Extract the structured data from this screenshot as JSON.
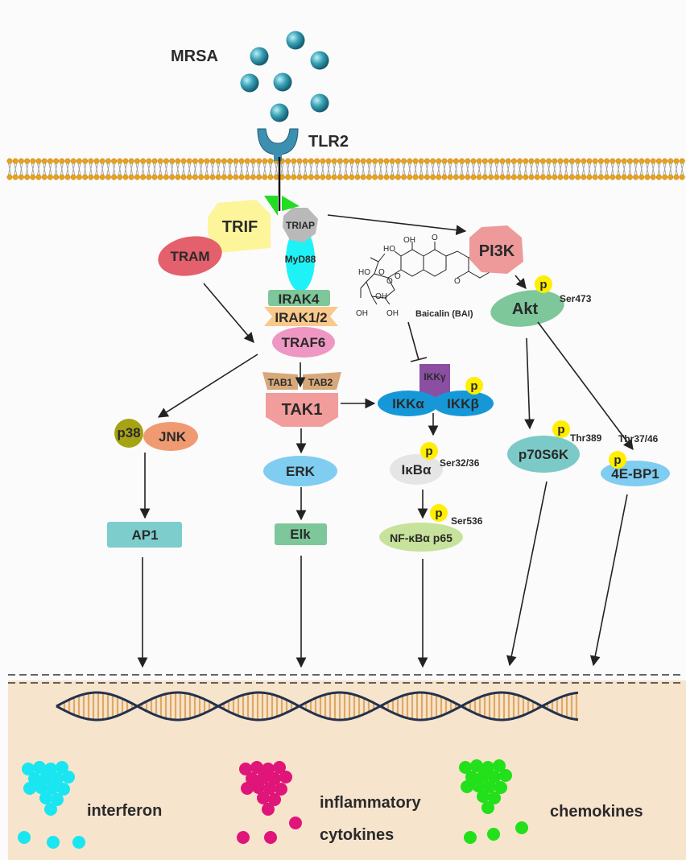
{
  "title_pathogen": "MRSA",
  "receptor": "TLR2",
  "adaptors": {
    "trif": "TRIF",
    "tram": "TRAM",
    "triap": "TRIAP",
    "myd88": "MyD88"
  },
  "myd88_pathway": {
    "irak4": "IRAK4",
    "irak12": "IRAK1/2",
    "traf6": "TRAF6",
    "tab1": "TAB1",
    "tab2": "TAB2",
    "tak1": "TAK1",
    "erk": "ERK",
    "elk": "Elk"
  },
  "mapk": {
    "p38": "p38",
    "jnk": "JNK",
    "ap1": "AP1"
  },
  "nfkb": {
    "ikkg": "IKKγ",
    "ikka": "IKKα",
    "ikkb": "IKKβ",
    "ikba": "IκBα",
    "ikba_site": "Ser32/36",
    "p65": "NF-κBα p65",
    "p65_site": "Ser536"
  },
  "pi3k": {
    "pi3k": "PI3K",
    "akt": "Akt",
    "akt_site": "Ser473",
    "p70s6k": "p70S6K",
    "p70s6k_site": "Thr389",
    "bp1": "4E-BP1",
    "bp1_site": "Thr37/46"
  },
  "phospho_label": "p",
  "baicalin": {
    "name": "Baicalin (BAI)",
    "atoms": {
      "oh1": "OH",
      "o1": "O",
      "ho1": "HO",
      "ho2": "HO",
      "o2": "O",
      "o3": "O",
      "o4": "O",
      "oh2": "OH",
      "oh3": "OH",
      "oh4": "OH",
      "o5": "O"
    }
  },
  "outputs": {
    "interferon": "interferon",
    "inflammatory1": "inflammatory",
    "inflammatory2": "cytokines",
    "chemokines": "chemokines"
  },
  "colors": {
    "interferon": "#19e6f0",
    "cytokines": "#e0157a",
    "chemokines": "#22e01a",
    "phospho": "#ffee00",
    "nucleus": "#f7e4cc",
    "membrane": "#e9a21a"
  }
}
